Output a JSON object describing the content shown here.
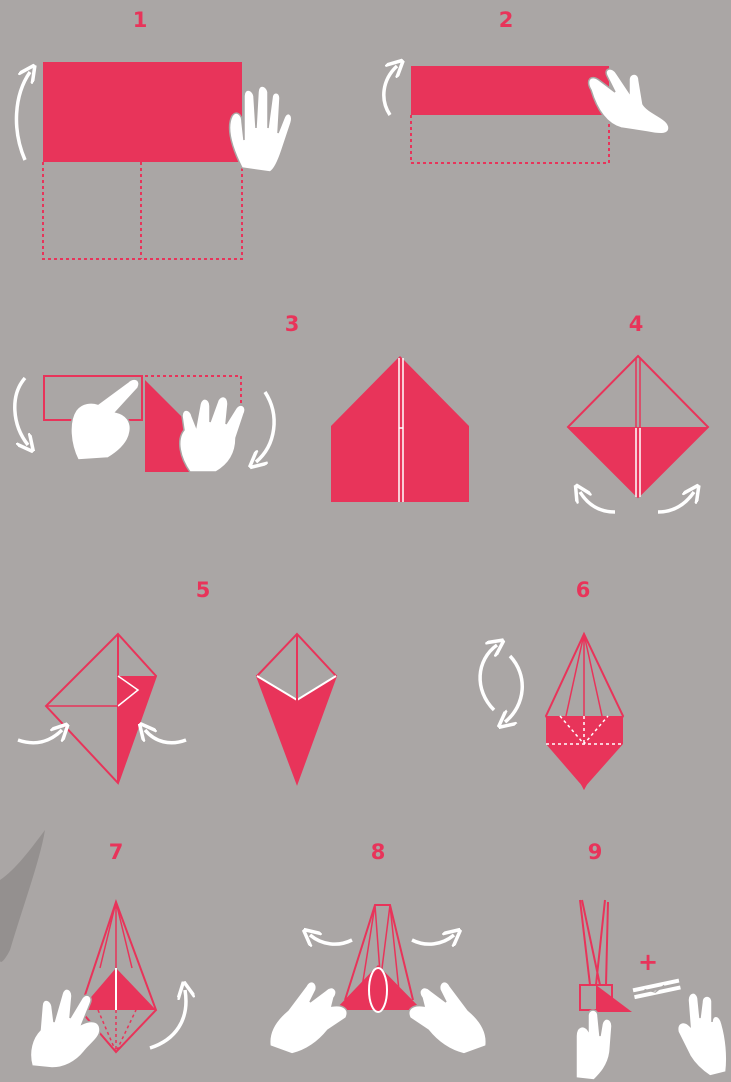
{
  "colors": {
    "background": "#aaa6a5",
    "paper": "#e8345a",
    "hand": "#ffffff",
    "fold_line": "#ffffff",
    "guide": "#e8345a"
  },
  "steps": [
    {
      "number": "1",
      "icons": [
        "right-hand-icon",
        "curved-arrow-up-icon"
      ]
    },
    {
      "number": "2",
      "icons": [
        "right-hand-icon",
        "curved-arrow-up-icon"
      ]
    },
    {
      "number": "3",
      "icons": [
        "pointing-hand-icon",
        "left-hand-icon",
        "curved-arrow-down-icon"
      ]
    },
    {
      "number": "4",
      "icons": [
        "curved-arrow-left-icon",
        "curved-arrow-right-icon"
      ]
    },
    {
      "number": "5",
      "icons": [
        "curved-arrow-right-icon",
        "curved-arrow-left-icon"
      ]
    },
    {
      "number": "6",
      "icons": [
        "flip-arrows-icon"
      ]
    },
    {
      "number": "7",
      "icons": [
        "left-hand-icon",
        "curved-arrow-up-icon"
      ]
    },
    {
      "number": "8",
      "icons": [
        "left-hand-icon",
        "right-hand-icon",
        "curved-arrow-left-icon",
        "curved-arrow-right-icon"
      ]
    },
    {
      "number": "9",
      "icons": [
        "right-hand-icon",
        "left-hand-icon",
        "clothespin-icon"
      ]
    }
  ],
  "step9_plus": "+"
}
